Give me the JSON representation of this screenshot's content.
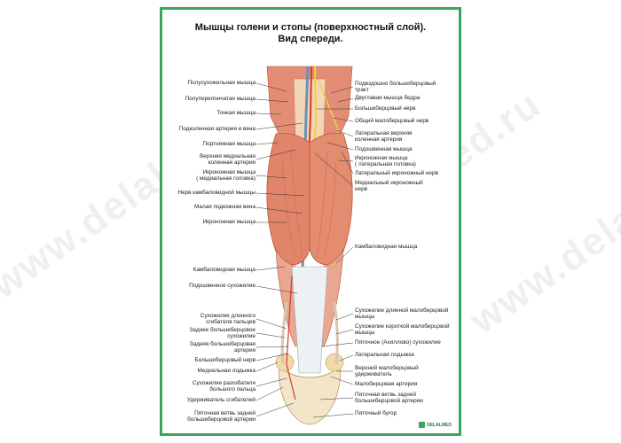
{
  "poster": {
    "title_line1": "Мышцы голени и стопы (поверхностный слой).",
    "title_line2": "Вид спереди.",
    "logo_text": "DELALMED",
    "watermark_text": "www.delalmed.ru"
  },
  "labels_left": [
    "Полусухожильная мышца",
    "Полуперепончатая мышца",
    "Тонкая мышца",
    "Подколенная артерия и вена",
    "Портняжная мышца",
    "Верхняя медиальная",
    "коленная артерия",
    "Икроножная мышца",
    "( медиальная головка)",
    "Нерв камбаловидной мышцы",
    "Малая подкожная вена",
    "Икроножная мышца",
    "Камбаловидная мышца",
    "Подошвенное сухожилие",
    "Сухожилие длинного",
    "сгибателя пальцев",
    "Заднее большеберцовое",
    "сухожилие",
    "Задняя большеберцовая",
    "артерия",
    "Большеберцовый нерв",
    "Медиальная лодыжка",
    "Сухожилие разгибателя",
    "большого пальца",
    "Удерживатель сгибателей",
    "Пяточная ветвь задней",
    "большеберцовой артерии"
  ],
  "labels_right": [
    "Подвздошно большеберцовый",
    "тракт",
    "Двуглавая мышца бедра",
    "Большеберцовый нерв",
    "Общий малоберцовый нерв",
    "Латеральная верхняя",
    "коленная артерия",
    "Подошвенная мышца",
    "Икроножная мышца",
    "( латеральная головка)",
    "Латеральный икроножный нерв",
    "Медиальный икроножный",
    "нерв",
    "Камбаловидная мышца",
    "Сухожилие длинной малоберцовой",
    "мышцы",
    "Сухожилие короткой малоберцовой",
    "мышцы",
    "Пяточное (Ахиллово) сухожилие",
    "Латеральная лодыжка",
    "Верхний малоберцовый",
    "удерживатель",
    "Малоберцовая артерия",
    "Пяточная ветвь задней",
    "большеберцовой артерии",
    "Пяточный бугор"
  ],
  "colors": {
    "border": "#3aa55a",
    "muscle": "#e0856a",
    "muscle_dark": "#c9583f",
    "tendon": "#eef1f4",
    "bone": "#f3e6c8",
    "vein": "#6f8fb4",
    "artery": "#d23a2e",
    "nerve": "#f0d23a"
  }
}
